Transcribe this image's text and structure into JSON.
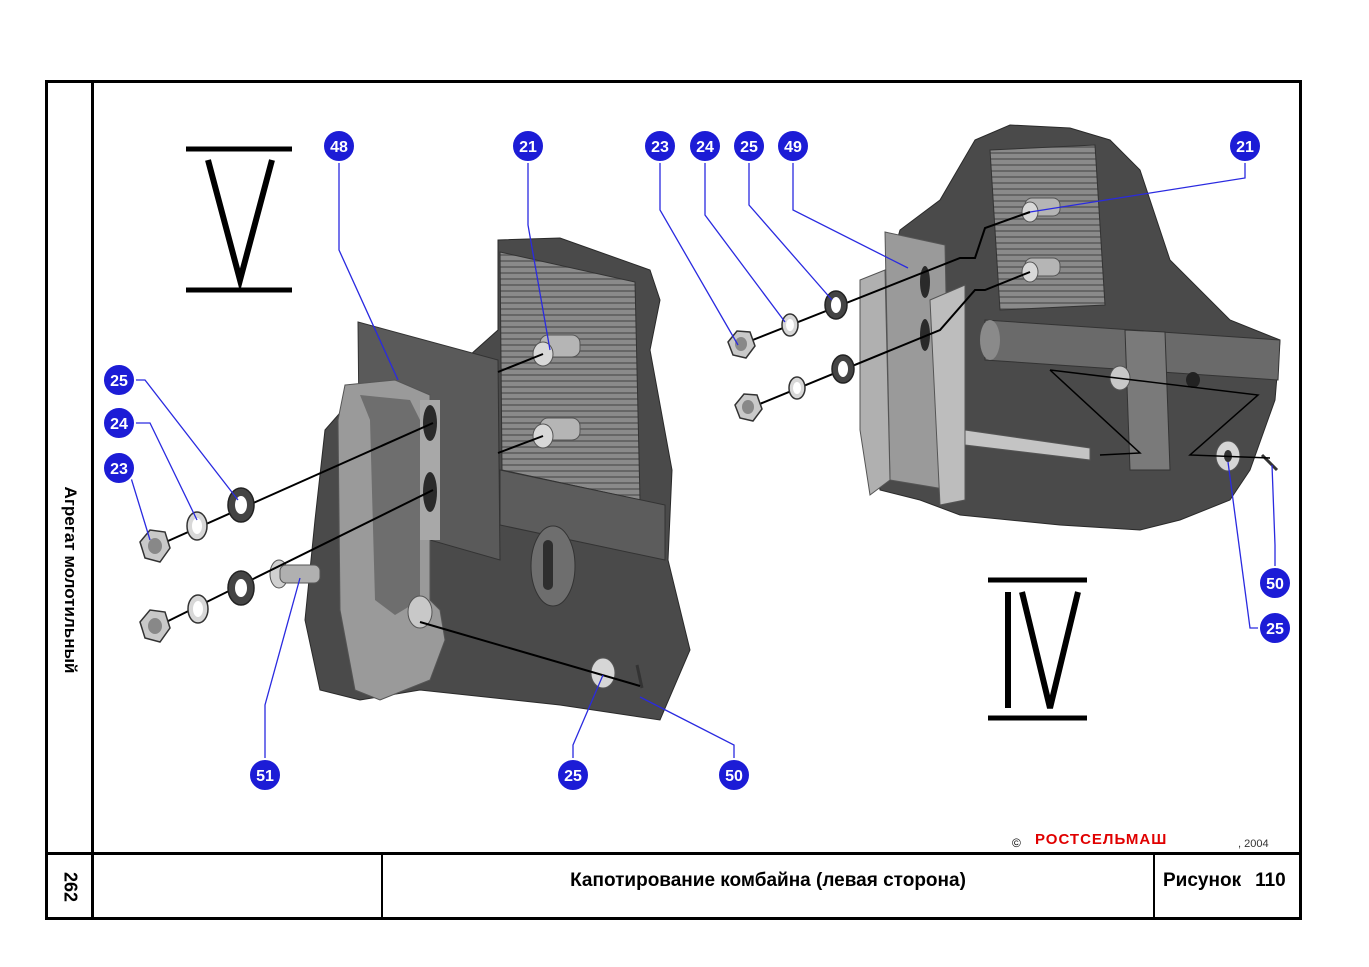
{
  "sheet": {
    "side_title": "Агрегат молотильный",
    "page_number": "262",
    "caption": "Капотирование комбайна (левая сторона)",
    "figure_label": "Рисунок",
    "figure_number": "110",
    "copyright_symbol": "©",
    "brand": "РОСТСЕЛЬМАШ",
    "year": ", 2004"
  },
  "views": {
    "left_view_label": "V",
    "right_view_label": "IV"
  },
  "callouts": [
    {
      "id": "c48",
      "text": "48"
    },
    {
      "id": "c21a",
      "text": "21"
    },
    {
      "id": "c23a",
      "text": "23"
    },
    {
      "id": "c24a",
      "text": "24"
    },
    {
      "id": "c25a",
      "text": "25"
    },
    {
      "id": "c49",
      "text": "49"
    },
    {
      "id": "c21b",
      "text": "21"
    },
    {
      "id": "c25b",
      "text": "25"
    },
    {
      "id": "c24b",
      "text": "24"
    },
    {
      "id": "c23b",
      "text": "23"
    },
    {
      "id": "c51",
      "text": "51"
    },
    {
      "id": "c25c",
      "text": "25"
    },
    {
      "id": "c50a",
      "text": "50"
    },
    {
      "id": "c50b",
      "text": "50"
    },
    {
      "id": "c25d",
      "text": "25"
    }
  ]
}
